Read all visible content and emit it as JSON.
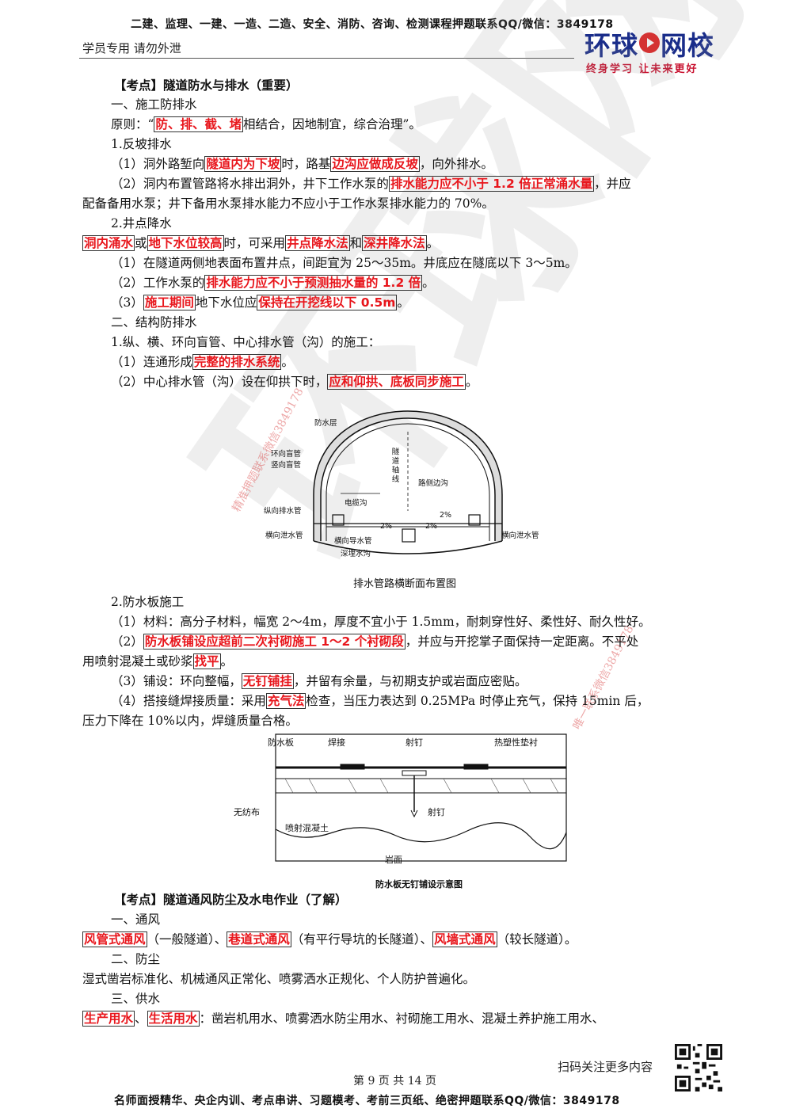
{
  "header": {
    "top_line": "二建、监理、一建、一造、二造、安全、消防、咨询、检测课程押题联系QQ/微信：3849178",
    "left_note": "学员专用 请勿外泄",
    "logo_left": "环球",
    "logo_right": "网校",
    "logo_slogan": "终身学习 让未来更好"
  },
  "watermarks": {
    "big": "环球网校",
    "small_1": "精准押题联系微信3849178",
    "small_2": "唯一联系微信3849178"
  },
  "sections": {
    "s1_title": "【考点】隧道防水与排水（重要）",
    "s1_h1": "一、施工防排水",
    "s1_principle_pre": "原则：“",
    "s1_principle_red": "防、排、截、堵",
    "s1_principle_post": "相结合，因地制宜，综合治理”。",
    "s1_h1_1": "1.反坡排水",
    "l1_pre": "（1）洞外路堑向",
    "l1_red1": "隧道内为下坡",
    "l1_mid": "时，路基",
    "l1_red2": "边沟应做成反坡",
    "l1_post": "，向外排水。",
    "l2_pre": "（2）洞内布置管路将水排出洞外，井下工作水泵的",
    "l2_red": "排水能力应不小于 1.2 倍正常涌水量",
    "l2_post": "，并应",
    "l2_cont": "配备备用水泵；井下备用水泵排水能力不应小于工作水泵排水能力的 70%。",
    "s1_h1_2": "2.井点降水",
    "l3_red1": "洞内涌水",
    "l3_mid1": "或",
    "l3_red2": "地下水位较高",
    "l3_mid2": "时，可采用",
    "l3_red3": "井点降水法",
    "l3_mid3": "和",
    "l3_red4": "深井降水法",
    "l3_post": "。",
    "l4": "（1）在隧道两侧地表面布置井点，间距宜为 25～35m。井底应在隧底以下 3～5m。",
    "l5_pre": "（2）工作水泵的",
    "l5_red": "排水能力应不小于预测抽水量的 1.2 倍",
    "l5_post": "。",
    "l6_pre": "（3）",
    "l6_red1": "施工期间",
    "l6_mid": "地下水位应",
    "l6_red2": "保持在开挖线以下 0.5m",
    "l6_post": "。",
    "s1_h2": "二、结构防排水",
    "s1_h2_1": "1.纵、横、环向盲管、中心排水管（沟）的施工：",
    "l7_pre": "（1）连通形成",
    "l7_red": "完整的排水系统",
    "l7_post": "。",
    "l8_pre": "（2）中心排水管（沟）设在仰拱下时，",
    "l8_red": "应和仰拱、底板同步施工",
    "l8_post": "。",
    "s1_h2_2": "2.防水板施工",
    "l9": "（1）材料：高分子材料，幅宽 2～4m，厚度不宜小于 1.5mm，耐刺穿性好、柔性好、耐久性好。",
    "l10_pre": "（2）",
    "l10_red": "防水板铺设应超前二次衬砌施工 1～2 个衬砌段",
    "l10_post": "，并应与开挖掌子面保持一定距离。不平处",
    "l10_cont_pre": "用喷射混凝土或砂浆",
    "l10_cont_red": "找平",
    "l10_cont_post": "。",
    "l11_pre": "（3）铺设：环向整幅，",
    "l11_red": "无钉铺挂",
    "l11_post": "，并留有余量，与初期支护或岩面应密贴。",
    "l12_pre": "（4）搭接缝焊接质量：采用",
    "l12_red": "充气法",
    "l12_post": "检查，当压力表达到 0.25MPa 时停止充气，保持 15min 后，",
    "l12_cont": "压力下降在 10%以内，焊缝质量合格。",
    "s2_title": "【考点】隧道通风防尘及水电作业（了解）",
    "s2_h1": "一、通风",
    "v_red1": "风管式通风",
    "v_mid1": "（一般隧道）、",
    "v_red2": "巷道式通风",
    "v_mid2": "（有平行导坑的长隧道）、",
    "v_red3": "风墙式通风",
    "v_post": "（较长隧道）。",
    "s2_h2": "二、防尘",
    "dust": "湿式凿岩标准化、机械通风正常化、喷雾洒水正规化、个人防护普遍化。",
    "s2_h3": "三、供水",
    "w_red1": "生产用水",
    "w_mid": "、",
    "w_red2": "生活用水",
    "w_post": "：凿岩机用水、喷雾洒水防尘用水、衬砌施工用水、混凝土养护施工用水、"
  },
  "figure1": {
    "caption": "排水管路横断面布置图",
    "labels": {
      "waterproof_layer": "防水层",
      "ring_blind": "环向盲管",
      "vertical_blind": "竖向盲管",
      "axis": "隧道轴线",
      "side_ditch": "路侧边沟",
      "cable_trench": "电缆沟",
      "longitudinal": "纵向排水管",
      "slope1": "2%",
      "slope2": "2%",
      "slope3": "2%",
      "transverse_left": "横向泄水管",
      "transverse_right": "横向泄水管",
      "guide_pipe": "横向导水管",
      "deep_ditch": "深埋水沟"
    }
  },
  "figure2": {
    "caption": "防水板无钉铺设示意图",
    "labels": {
      "board": "防水板",
      "weld": "焊接",
      "nail_top": "射钉",
      "gasket": "热塑性垫衬",
      "nonwoven": "无纺布",
      "nail_mid": "射钉",
      "shotcrete": "喷射混凝土",
      "rock": "岩面"
    }
  },
  "footer": {
    "scan": "扫码关注更多内容",
    "page": "第 9 页 共 14 页",
    "bottom": "名师面授精华、央企内训、考点串讲、习题模考、考前三页纸、绝密押题联系QQ/微信：3849178"
  }
}
